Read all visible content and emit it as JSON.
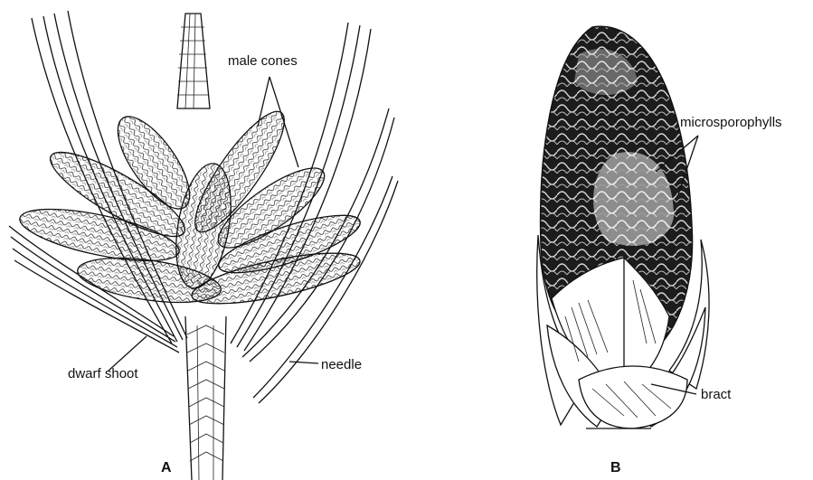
{
  "figure": {
    "panel_a": {
      "letter": "A",
      "labels": {
        "male_cones": "male cones",
        "dwarf_shoot": "dwarf shoot",
        "needle": "needle"
      }
    },
    "panel_b": {
      "letter": "B",
      "labels": {
        "microsporophylls": "microsporophylls",
        "bract": "bract"
      }
    }
  },
  "colors": {
    "ink": "#111111",
    "background": "#ffffff",
    "cone_dark": "#1a1a1a"
  }
}
